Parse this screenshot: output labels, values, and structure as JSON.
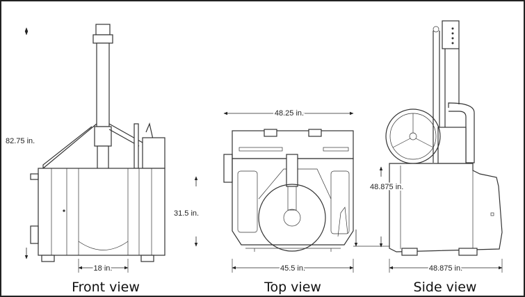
{
  "dimensions": {
    "front_height": "82.75 in.",
    "front_width": "18 in.",
    "top_length": "48.25 in.",
    "top_depth": "31.5 in.",
    "top_width": "45.5 in.",
    "side_height": "48.875 in.",
    "side_width": "48.875 in."
  },
  "captions": {
    "front": "Front view",
    "top": "Top view",
    "side": "Side view"
  }
}
